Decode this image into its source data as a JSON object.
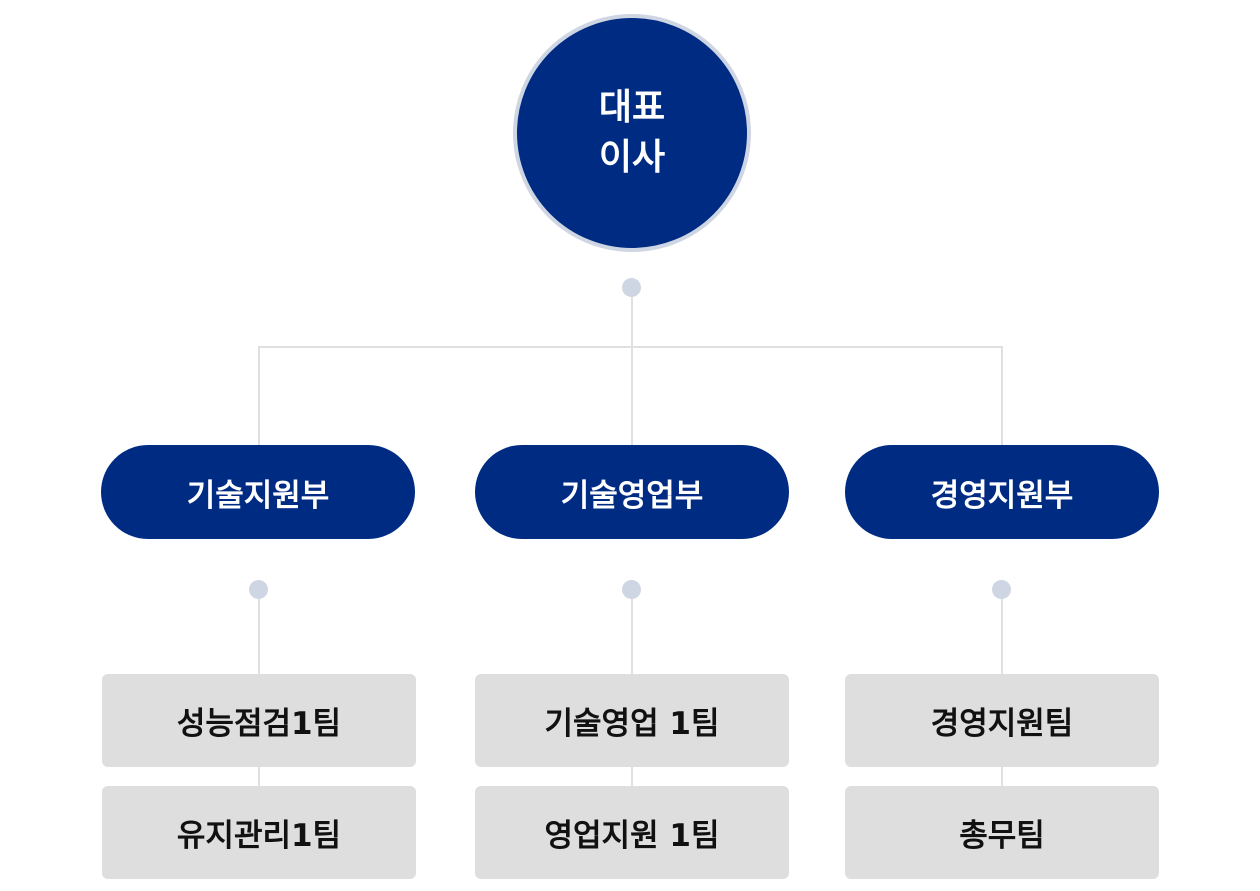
{
  "chart_data": {
    "type": "org-chart",
    "root": {
      "label_lines": [
        "대표",
        "이사"
      ]
    },
    "departments": [
      {
        "label": "기술지원부",
        "teams": [
          "성능점검1팀",
          "유지관리1팀"
        ]
      },
      {
        "label": "기술영업부",
        "teams": [
          "기술영업 1팀",
          "영업지원 1팀"
        ]
      },
      {
        "label": "경영지원부",
        "teams": [
          "경영지원팀",
          "총무팀"
        ]
      }
    ]
  },
  "colors": {
    "node_fill": "#002b83",
    "node_ring": "#cfd6e3",
    "team_fill": "#dedede",
    "connector": "#e0e0e0"
  }
}
